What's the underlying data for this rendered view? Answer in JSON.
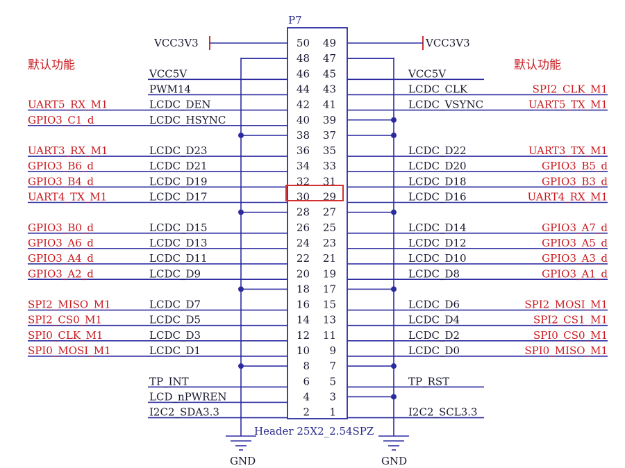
{
  "header": {
    "ref": "P7",
    "part": "Header 25X2_2.54SPZ"
  },
  "labels": {
    "default_func_left": "默认功能",
    "default_func_right": "默认功能",
    "vcc_left": "VCC3V3",
    "vcc_right": "VCC3V3",
    "gnd_left": "GND",
    "gnd_right": "GND"
  },
  "highlighted_pins": [
    "30",
    "29"
  ],
  "rows": [
    {
      "left_pin": "50",
      "right_pin": "49",
      "left_net": "",
      "left_func": "",
      "right_net": "",
      "right_func": "",
      "left_kind": "vcc",
      "right_kind": "vcc"
    },
    {
      "left_pin": "48",
      "right_pin": "47",
      "left_net": "",
      "left_func": "",
      "right_net": "",
      "right_func": "",
      "left_kind": "gnd",
      "right_kind": "gnd"
    },
    {
      "left_pin": "46",
      "right_pin": "45",
      "left_net": "VCC5V",
      "left_func": "",
      "right_net": "VCC5V",
      "right_func": "",
      "left_kind": "net",
      "right_kind": "net"
    },
    {
      "left_pin": "44",
      "right_pin": "43",
      "left_net": "PWM14",
      "left_func": "",
      "right_net": "LCDC_CLK",
      "right_func": "SPI2_CLK_M1",
      "left_kind": "net",
      "right_kind": "net"
    },
    {
      "left_pin": "42",
      "right_pin": "41",
      "left_net": "LCDC_DEN",
      "left_func": "UART5_RX_M1",
      "right_net": "LCDC_VSYNC",
      "right_func": "UART5_TX_M1",
      "left_kind": "net",
      "right_kind": "net"
    },
    {
      "left_pin": "40",
      "right_pin": "39",
      "left_net": "LCDC_HSYNC",
      "left_func": "GPIO3_C1_d",
      "right_net": "",
      "right_func": "",
      "left_kind": "net",
      "right_kind": "gnd"
    },
    {
      "left_pin": "38",
      "right_pin": "37",
      "left_net": "",
      "left_func": "",
      "right_net": "",
      "right_func": "",
      "left_kind": "gnd",
      "right_kind": "gnd"
    },
    {
      "left_pin": "36",
      "right_pin": "35",
      "left_net": "LCDC_D23",
      "left_func": "UART3_RX_M1",
      "right_net": "LCDC_D22",
      "right_func": "UART3_TX_M1",
      "left_kind": "net",
      "right_kind": "net"
    },
    {
      "left_pin": "34",
      "right_pin": "33",
      "left_net": "LCDC_D21",
      "left_func": "GPIO3_B6_d",
      "right_net": "LCDC_D20",
      "right_func": "GPIO3_B5_d",
      "left_kind": "net",
      "right_kind": "net"
    },
    {
      "left_pin": "32",
      "right_pin": "31",
      "left_net": "LCDC_D19",
      "left_func": "GPIO3_B4_d",
      "right_net": "LCDC_D18",
      "right_func": "GPIO3_B3_d",
      "left_kind": "net",
      "right_kind": "net"
    },
    {
      "left_pin": "30",
      "right_pin": "29",
      "left_net": "LCDC_D17",
      "left_func": "UART4_TX_M1",
      "right_net": "LCDC_D16",
      "right_func": "UART4_RX_M1",
      "left_kind": "net",
      "right_kind": "net"
    },
    {
      "left_pin": "28",
      "right_pin": "27",
      "left_net": "",
      "left_func": "",
      "right_net": "",
      "right_func": "",
      "left_kind": "gnd",
      "right_kind": "gnd"
    },
    {
      "left_pin": "26",
      "right_pin": "25",
      "left_net": "LCDC_D15",
      "left_func": "GPIO3_B0_d",
      "right_net": "LCDC_D14",
      "right_func": "GPIO3_A7_d",
      "left_kind": "net",
      "right_kind": "net"
    },
    {
      "left_pin": "24",
      "right_pin": "23",
      "left_net": "LCDC_D13",
      "left_func": "GPIO3_A6_d",
      "right_net": "LCDC_D12",
      "right_func": "GPIO3_A5_d",
      "left_kind": "net",
      "right_kind": "net"
    },
    {
      "left_pin": "22",
      "right_pin": "21",
      "left_net": "LCDC_D11",
      "left_func": "GPIO3_A4_d",
      "right_net": "LCDC_D10",
      "right_func": "GPIO3_A3_d",
      "left_kind": "net",
      "right_kind": "net"
    },
    {
      "left_pin": "20",
      "right_pin": "19",
      "left_net": "LCDC_D9",
      "left_func": "GPIO3_A2_d",
      "right_net": "LCDC_D8",
      "right_func": "GPIO3_A1_d",
      "left_kind": "net",
      "right_kind": "net"
    },
    {
      "left_pin": "18",
      "right_pin": "17",
      "left_net": "",
      "left_func": "",
      "right_net": "",
      "right_func": "",
      "left_kind": "gnd",
      "right_kind": "gnd"
    },
    {
      "left_pin": "16",
      "right_pin": "15",
      "left_net": "LCDC_D7",
      "left_func": "SPI2_MISO_M1",
      "right_net": "LCDC_D6",
      "right_func": "SPI2_MOSI_M1",
      "left_kind": "net",
      "right_kind": "net"
    },
    {
      "left_pin": "14",
      "right_pin": "13",
      "left_net": "LCDC_D5",
      "left_func": "SPI2_CS0_M1",
      "right_net": "LCDC_D4",
      "right_func": "SPI2_CS1_M1",
      "left_kind": "net",
      "right_kind": "net"
    },
    {
      "left_pin": "12",
      "right_pin": "11",
      "left_net": "LCDC_D3",
      "left_func": "SPI0_CLK_M1",
      "right_net": "LCDC_D2",
      "right_func": "SPI0_CS0_M1",
      "left_kind": "net",
      "right_kind": "net"
    },
    {
      "left_pin": "10",
      "right_pin": "9",
      "left_net": "LCDC_D1",
      "left_func": "SPI0_MOSI_M1",
      "right_net": "LCDC_D0",
      "right_func": "SPI0_MISO_M1",
      "left_kind": "net",
      "right_kind": "net"
    },
    {
      "left_pin": "8",
      "right_pin": "7",
      "left_net": "",
      "left_func": "",
      "right_net": "",
      "right_func": "",
      "left_kind": "gnd",
      "right_kind": "gnd"
    },
    {
      "left_pin": "6",
      "right_pin": "5",
      "left_net": "TP_INT",
      "left_func": "",
      "right_net": "TP_RST",
      "right_func": "",
      "left_kind": "net",
      "right_kind": "net"
    },
    {
      "left_pin": "4",
      "right_pin": "3",
      "left_net": "LCD_nPWREN",
      "left_func": "",
      "right_net": "",
      "right_func": "",
      "left_kind": "net",
      "right_kind": "gnd"
    },
    {
      "left_pin": "2",
      "right_pin": "1",
      "left_net": "I2C2_SDA3.3",
      "left_func": "",
      "right_net": "I2C2_SCL3.3",
      "right_func": "",
      "left_kind": "net",
      "right_kind": "net"
    }
  ]
}
